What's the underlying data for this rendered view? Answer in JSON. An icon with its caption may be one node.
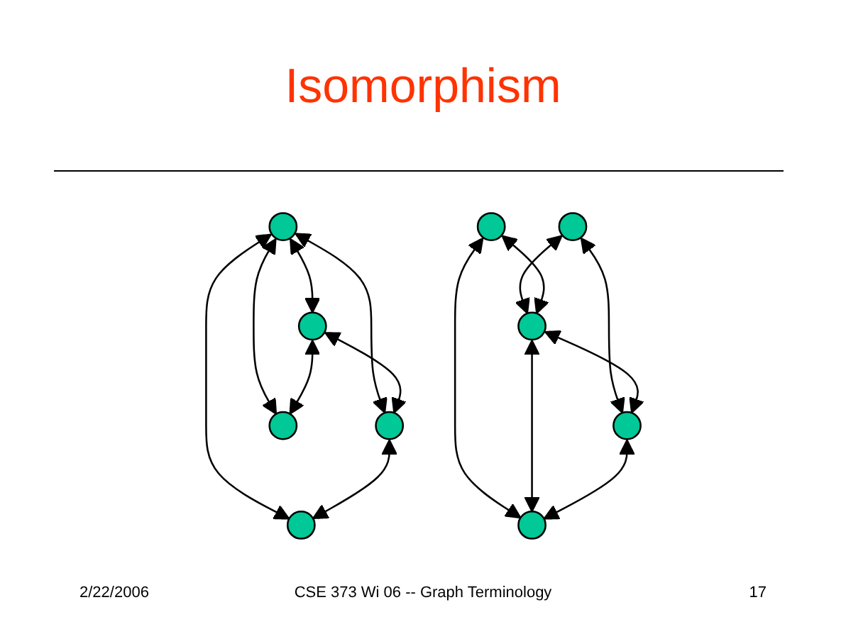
{
  "diagram": {
    "title": "Isomorphism",
    "nodes": [
      {
        "text": [],
        "shape": "circle"
      },
      {
        "text": [],
        "shape": "circle"
      },
      {
        "text": [],
        "shape": "circle"
      },
      {
        "text": [],
        "shape": "circle"
      },
      {
        "text": [],
        "shape": "circle"
      },
      {
        "text": [],
        "shape": "circle"
      },
      {
        "text": [],
        "shape": "circle"
      },
      {
        "text": [],
        "shape": "circle"
      },
      {
        "text": [],
        "shape": "circle"
      },
      {
        "text": [],
        "shape": "circle"
      }
    ],
    "edges": [
      {
        "from": 0,
        "to": 1,
        "arrow": "both"
      },
      {
        "from": 0,
        "to": 2,
        "arrow": "both"
      },
      {
        "from": 1,
        "to": 2,
        "arrow": "both"
      },
      {
        "from": 0,
        "to": 3,
        "arrow": "both"
      },
      {
        "from": 0,
        "to": 4,
        "arrow": "both"
      },
      {
        "from": 1,
        "to": 3,
        "arrow": "both"
      },
      {
        "from": 2,
        "to": 4,
        "arrow": "both"
      },
      {
        "from": 5,
        "to": 8,
        "arrow": "both"
      },
      {
        "from": 6,
        "to": 9,
        "arrow": "both"
      },
      {
        "from": 5,
        "to": 7,
        "arrow": "both"
      },
      {
        "from": 6,
        "to": 7,
        "arrow": "both"
      },
      {
        "from": 7,
        "to": 8,
        "arrow": "both"
      },
      {
        "from": 7,
        "to": 9,
        "arrow": "both"
      },
      {
        "from": 8,
        "to": 9,
        "arrow": "both"
      }
    ],
    "labels": [
      "2/22/2006",
      "CSE 373 Wi 06 -- Graph Terminology",
      "17"
    ]
  }
}
